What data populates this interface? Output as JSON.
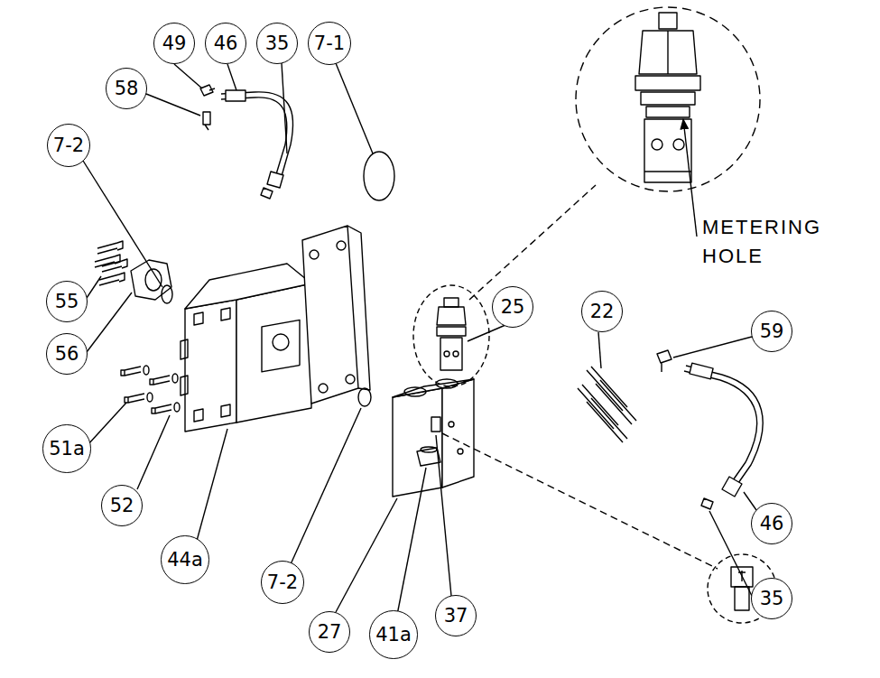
{
  "diagram": {
    "nodes": [
      {
        "text": [
          "49"
        ]
      },
      {
        "text": [
          "46"
        ]
      },
      {
        "text": [
          "35"
        ]
      },
      {
        "text": [
          "7-1"
        ]
      },
      {
        "text": [
          "58"
        ]
      },
      {
        "text": [
          "7-2"
        ]
      },
      {
        "text": [
          "55"
        ]
      },
      {
        "text": [
          "25"
        ]
      },
      {
        "text": [
          "22"
        ]
      },
      {
        "text": [
          "59"
        ]
      },
      {
        "text": [
          "56"
        ]
      },
      {
        "text": [
          "51a"
        ]
      },
      {
        "text": [
          "52"
        ]
      },
      {
        "text": [
          "46"
        ]
      },
      {
        "text": [
          "44a"
        ]
      },
      {
        "text": [
          "7-2"
        ]
      },
      {
        "text": [
          "35"
        ]
      },
      {
        "text": [
          "37"
        ]
      },
      {
        "text": [
          "27"
        ]
      },
      {
        "text": [
          "41a"
        ]
      }
    ],
    "labels": [
      "METERING HOLE"
    ]
  }
}
